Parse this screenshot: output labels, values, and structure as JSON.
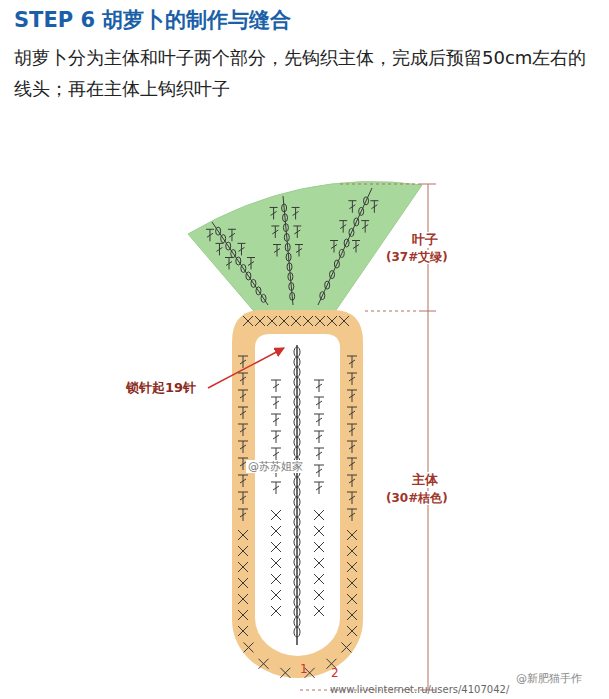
{
  "diagram": {
    "title": "STEP 6 胡萝卜的制作与缝合",
    "labels": [
      "胡萝卜分为主体和叶子两个部分，先钩织主体，完成后预留50cm左右的线头；再在主体上钩织叶子",
      "锁针起19针",
      "叶子",
      "(37#艾绿)",
      "主体",
      "(30#桔色)",
      "@苏苏姐家",
      "1",
      "2",
      "@新肥猫手作",
      "www.liveinternet.ru/users/4107042/"
    ]
  }
}
